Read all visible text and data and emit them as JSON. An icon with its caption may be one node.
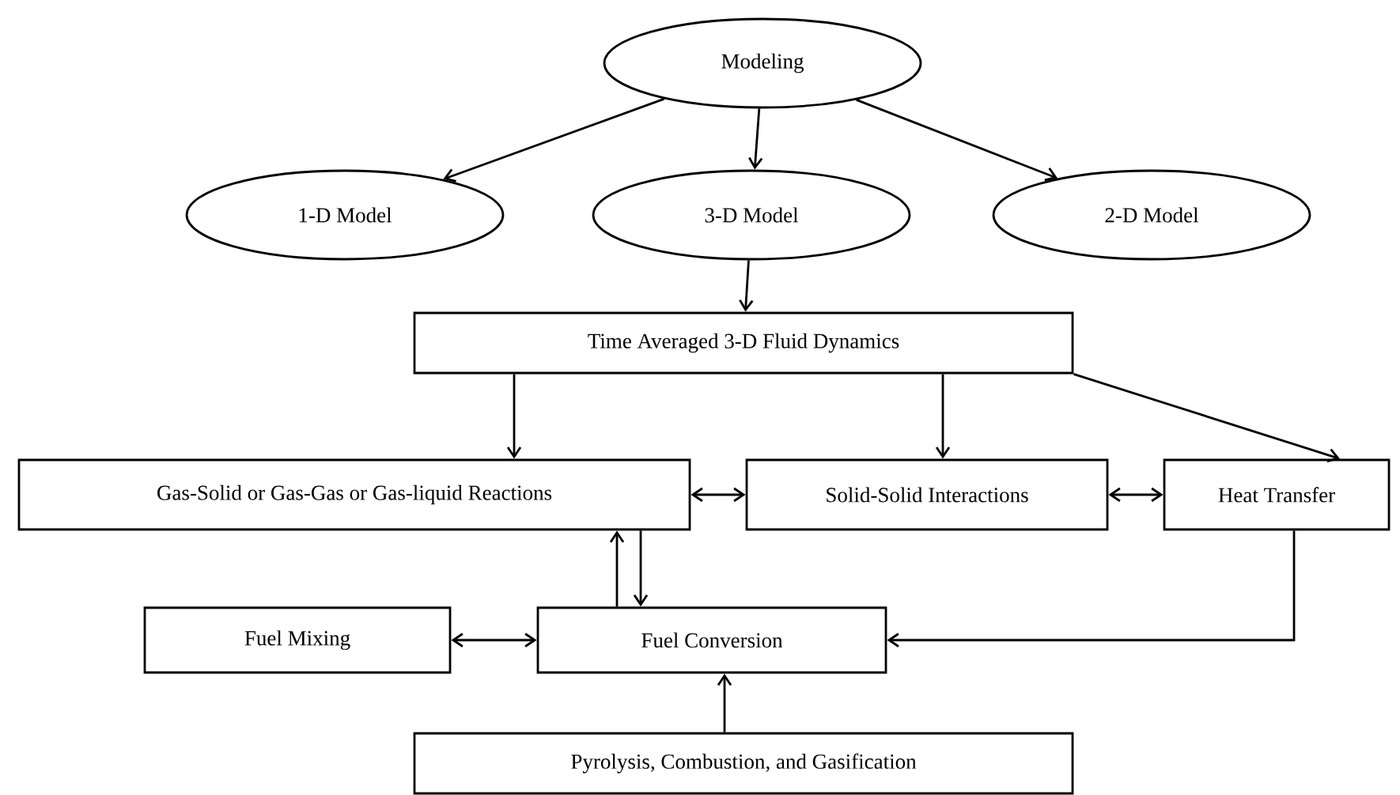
{
  "diagram": {
    "nodes": [
      {
        "text": [
          "Modeling"
        ]
      },
      {
        "text": [
          "1-D Model"
        ]
      },
      {
        "text": [
          "3-D Model"
        ]
      },
      {
        "text": [
          "2-D Model"
        ]
      },
      {
        "text": [
          "Time Averaged 3-D Fluid Dynamics"
        ]
      },
      {
        "text": [
          "Gas-Solid or Gas-Gas or Gas-liquid Reactions"
        ]
      },
      {
        "text": [
          "Solid-Solid Interactions"
        ]
      },
      {
        "text": [
          "Heat Transfer"
        ]
      },
      {
        "text": [
          "Fuel Mixing"
        ]
      },
      {
        "text": [
          "Fuel Conversion"
        ]
      },
      {
        "text": [
          "Pyrolysis, Combustion, and Gasification"
        ]
      }
    ],
    "edges": [
      {
        "from": 0,
        "to": 1,
        "arrow": "to"
      },
      {
        "from": 0,
        "to": 2,
        "arrow": "to"
      },
      {
        "from": 0,
        "to": 3,
        "arrow": "to"
      },
      {
        "from": 2,
        "to": 4,
        "arrow": "to"
      },
      {
        "from": 4,
        "to": 5,
        "arrow": "to"
      },
      {
        "from": 4,
        "to": 6,
        "arrow": "to"
      },
      {
        "from": 4,
        "to": 7,
        "arrow": "to"
      },
      {
        "from": 5,
        "to": 6,
        "arrow": "both"
      },
      {
        "from": 6,
        "to": 7,
        "arrow": "both"
      },
      {
        "from": 9,
        "to": 5,
        "arrow": "to"
      },
      {
        "from": 5,
        "to": 9,
        "arrow": "to"
      },
      {
        "from": 8,
        "to": 9,
        "arrow": "both"
      },
      {
        "from": 7,
        "to": 9,
        "arrow": "to"
      },
      {
        "from": 10,
        "to": 9,
        "arrow": "to"
      }
    ]
  }
}
